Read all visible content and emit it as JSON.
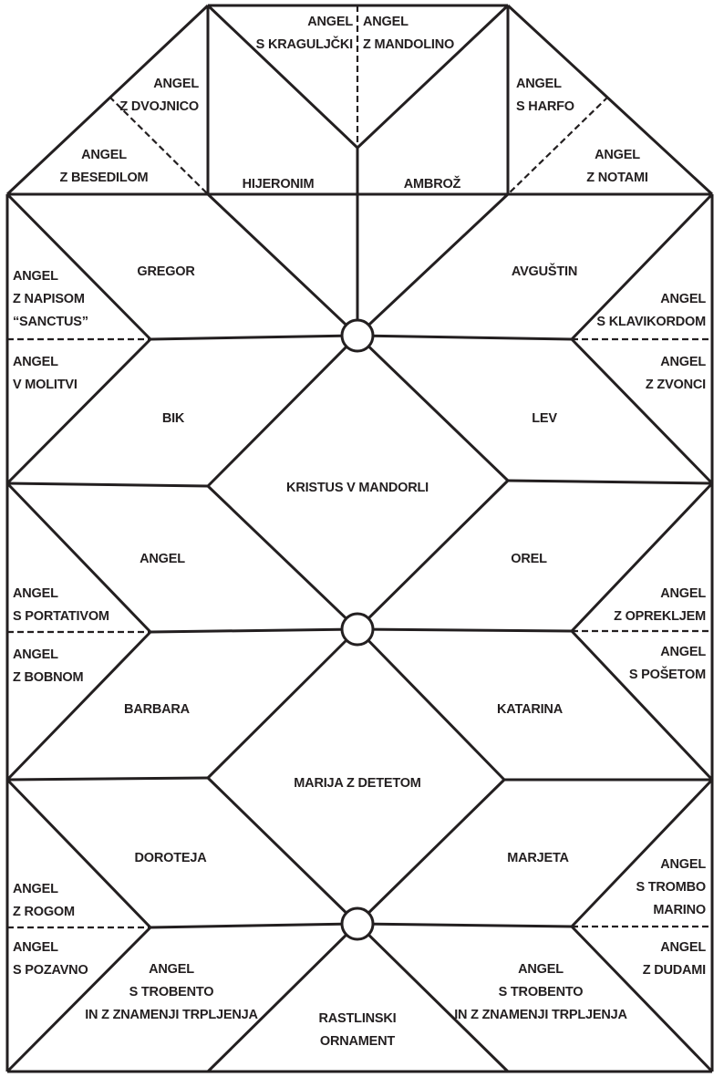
{
  "labels": {
    "angel_kraguljcki": [
      "ANGEL",
      "S KRAGULJČKI"
    ],
    "angel_mandolino": [
      "ANGEL",
      "Z MANDOLINO"
    ],
    "angel_dvojnico": [
      "ANGEL",
      "Z DVOJNICO"
    ],
    "angel_besedilom": [
      "ANGEL",
      "Z BESEDILOM"
    ],
    "hijeronim": [
      "HIJERONIM"
    ],
    "ambroz": [
      "AMBROŽ"
    ],
    "angel_harfo": [
      "ANGEL",
      "S HARFO"
    ],
    "angel_notami": [
      "ANGEL",
      "Z NOTAMI"
    ],
    "gregor": [
      "GREGOR"
    ],
    "avgustin": [
      "AVGUŠTIN"
    ],
    "angel_napisom": [
      "ANGEL",
      "Z NAPISOM",
      "“SANCTUS”"
    ],
    "angel_klavikordom": [
      "ANGEL",
      "S KLAVIKORDOM"
    ],
    "angel_molitvi": [
      "ANGEL",
      "V MOLITVI"
    ],
    "angel_zvonci": [
      "ANGEL",
      "Z ZVONCI"
    ],
    "bik": [
      "BIK"
    ],
    "lev": [
      "LEV"
    ],
    "kristus": [
      "KRISTUS V MANDORLI"
    ],
    "angel_center": [
      "ANGEL"
    ],
    "orel": [
      "OREL"
    ],
    "angel_portativom": [
      "ANGEL",
      "S PORTATIVOM"
    ],
    "angel_oprekljem": [
      "ANGEL",
      "Z OPREKLJEM"
    ],
    "angel_bobnom": [
      "ANGEL",
      "Z BOBNOM"
    ],
    "angel_posetom": [
      "ANGEL",
      "S POŠETOM"
    ],
    "barbara": [
      "BARBARA"
    ],
    "katarina": [
      "KATARINA"
    ],
    "marija": [
      "MARIJA Z DETETOM"
    ],
    "doroteja": [
      "DOROTEJA"
    ],
    "marjeta": [
      "MARJETA"
    ],
    "angel_rogom": [
      "ANGEL",
      "Z ROGOM"
    ],
    "angel_trombo": [
      "ANGEL",
      "S TROMBO",
      "MARINO"
    ],
    "angel_pozavno": [
      "ANGEL",
      "S POZAVNO"
    ],
    "angel_dudami": [
      "ANGEL",
      "Z DUDAMI"
    ],
    "angel_trobento_left": [
      "ANGEL",
      "S TROBENTO",
      "IN Z ZNAMENJI TRPLJENJA"
    ],
    "angel_trobento_right": [
      "ANGEL",
      "S TROBENTO",
      "IN Z ZNAMENJI TRPLJENJA"
    ],
    "rastlinski": [
      "RASTLINSKI",
      "ORNAMENT"
    ]
  },
  "colors": {
    "line": "#231f20",
    "background": "#ffffff"
  }
}
